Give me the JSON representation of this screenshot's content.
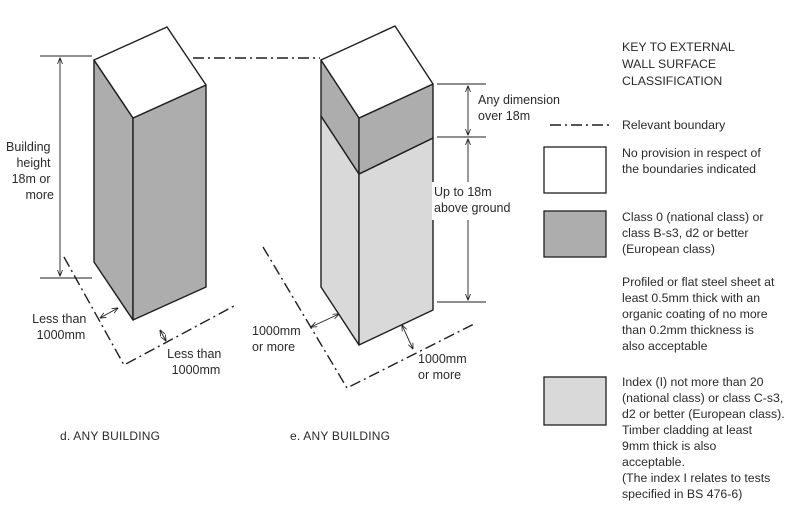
{
  "key": {
    "heading": [
      "KEY TO EXTERNAL",
      "WALL SURFACE",
      "CLASSIFICATION"
    ],
    "boundary_label": "Relevant boundary",
    "items": [
      {
        "color": "#ffffff",
        "lines": [
          "No provision in respect of",
          "the boundaries indicated"
        ]
      },
      {
        "color": "#adadad",
        "lines": [
          "Class 0 (national class) or",
          "class B-s3, d2 or better",
          "(European class)"
        ]
      },
      {
        "color": "#d9d9d9",
        "lines": [
          "Index (I) not more than 20",
          "(national class) or class C-s3,",
          "d2 or better (European class).",
          "Timber cladding at least",
          "9mm thick is also",
          "acceptable.",
          "(The index I relates to tests",
          "specified in BS 476-6)"
        ]
      }
    ],
    "note": [
      "Profiled or flat steel sheet at",
      "least 0.5mm thick with an",
      "organic coating of no more",
      "than 0.2mm thickness is",
      "also acceptable"
    ]
  },
  "diagram_d": {
    "caption": "d. ANY BUILDING",
    "height_label": [
      "Building",
      "height",
      "18m or",
      "more"
    ],
    "left_gap_label": [
      "Less than",
      "1000mm"
    ],
    "front_gap_label": [
      "Less than",
      "1000mm"
    ]
  },
  "diagram_e": {
    "caption": "e. ANY BUILDING",
    "upper_label": [
      "Any dimension",
      "over 18m"
    ],
    "lower_label": [
      "Up to 18m",
      "above ground"
    ],
    "left_gap_label": [
      "1000mm",
      "or more"
    ],
    "front_gap_label": [
      "1000mm",
      "or more"
    ]
  },
  "colors": {
    "white": "#ffffff",
    "dark_grey": "#adadad",
    "light_grey": "#d9d9d9",
    "line": "#1e1e1e"
  }
}
